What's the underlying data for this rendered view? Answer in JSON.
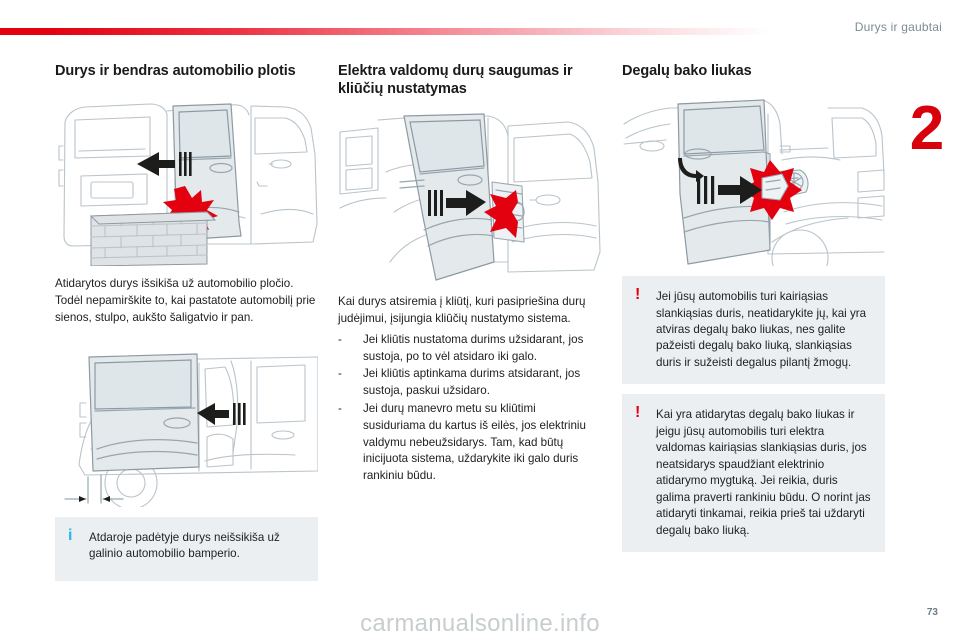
{
  "header": {
    "title": "Durys ir gaubtai",
    "chapter_number": "2",
    "accent_color": "#e3000f"
  },
  "columns": [
    {
      "id": "doors-and-width",
      "title": "Durys ir bendras automobilio plotis",
      "figure_1": {
        "name": "rear-three-quarter-van-with-open-sliding-door-hitting-brick-wall",
        "elements": [
          "van-outline",
          "sliding-door-panel",
          "motion-arrow-left",
          "impact-starburst",
          "brick-wall"
        ]
      },
      "paragraph": "Atidarytos durys išsikiša už automobilio pločio. Todėl nepamirškite to, kai pastatote automobilį prie sienos, stulpo, aukšto šaligatvio ir pan.",
      "figure_2": {
        "name": "side-view-van-closed-sliding-door-with-width-dimension",
        "elements": [
          "van-side-outline",
          "sliding-door-panel",
          "motion-arrow-left",
          "dimension-arrows"
        ]
      },
      "callout": {
        "type": "info",
        "icon": "i",
        "icon_color": "#29b6e8",
        "text": "Atdaroje padėtyje durys neišsikiša už galinio automobilio bamperio."
      }
    },
    {
      "id": "electric-door-safety",
      "title": "Elektra valdomų durų saugumas ir kliūčių nustatymas",
      "figure_1": {
        "name": "sliding-door-closing-onto-obstacle-case",
        "elements": [
          "van-outline",
          "sliding-door-panel",
          "motion-arrow-right",
          "impact-starburst",
          "obstacle-case"
        ]
      },
      "intro": "Kai durys atsiremia į kliūtį, kuri pasipriešina durų judėjimui, įsijungia kliūčių nustatymo sistema.",
      "bullets": [
        "Jei kliūtis nustatoma durims užsidarant, jos sustoja, po to vėl atsidaro iki galo.",
        "Jei kliūtis aptinkama durims atsidarant, jos sustoja, paskui užsidaro.",
        "Jei durų manevro metu su kliūtimi susiduriama du kartus iš eilės, jos elektriniu valdymu nebeužsidarys. Tam, kad būtų inicijuota sistema, uždarykite iki galo duris rankiniu būdu."
      ]
    },
    {
      "id": "fuel-filler-flap",
      "title": "Degalų bako liukas",
      "figure_1": {
        "name": "sliding-door-opening-into-open-fuel-filler-flap",
        "elements": [
          "van-outline",
          "sliding-door-panel",
          "door-handle-arrow",
          "motion-arrow-right",
          "impact-starburst",
          "fuel-filler-flap",
          "fuel-cap"
        ]
      },
      "callouts": [
        {
          "type": "warning",
          "icon": "!",
          "icon_color": "#e3000f",
          "text": "Jei jūsų automobilis turi kairiąsias slankiąsias duris, neatidarykite jų, kai yra atviras degalų bako liukas, nes galite pažeisti degalų bako liuką, slankiąsias duris ir sužeisti degalus pilantį žmogų."
        },
        {
          "type": "warning",
          "icon": "!",
          "icon_color": "#e3000f",
          "text": "Kai yra atidarytas degalų bako liukas ir jeigu jūsų automobilis turi elektra valdomas kairiąsias slankiąsias duris, jos neatsidarys spaudžiant elektrinio atidarymo mygtuką. Jei reikia, duris galima praverti rankiniu būdu. O norint jas atidaryti tinkamai, reikia prieš tai uždaryti degalų bako liuką."
        }
      ]
    }
  ],
  "footer": {
    "watermark": "carmanualsonline.info",
    "page_number": "73"
  }
}
